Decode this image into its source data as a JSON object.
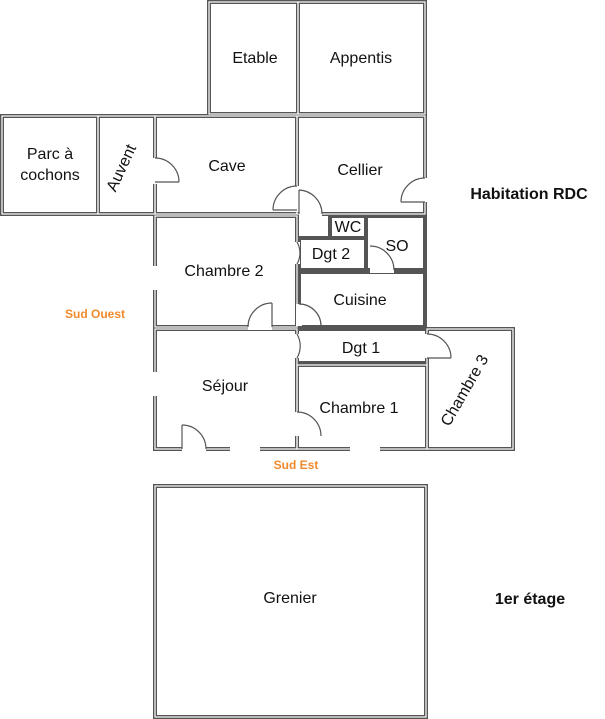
{
  "labels": {
    "habitation": "Habitation RDC",
    "etage": "1er étage",
    "sud_ouest": "Sud Ouest",
    "sud_est": "Sud Est"
  },
  "rooms": {
    "etable": "Etable",
    "appentis": "Appentis",
    "parc": "Parc à",
    "parc2": "cochons",
    "auvent": "Auvent",
    "cave": "Cave",
    "cellier": "Cellier",
    "wc": "WC",
    "dgt2": "Dgt 2",
    "so": "SO",
    "chambre2": "Chambre 2",
    "cuisine": "Cuisine",
    "dgt1": "Dgt 1",
    "sejour": "Séjour",
    "chambre1": "Chambre 1",
    "chambre3": "Chambre 3",
    "grenier": "Grenier"
  },
  "colors": {
    "wall": "#555555",
    "orientation_text": "#F08A2C",
    "text": "#111111"
  }
}
